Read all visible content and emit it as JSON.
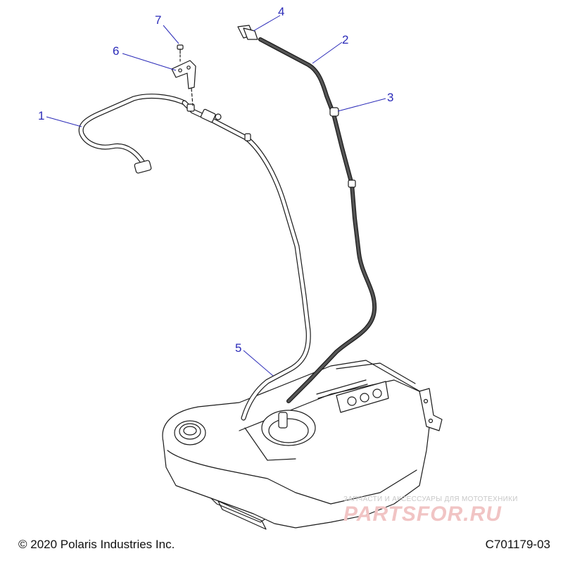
{
  "callouts": [
    {
      "id": "1",
      "label": "1"
    },
    {
      "id": "2",
      "label": "2"
    },
    {
      "id": "3",
      "label": "3"
    },
    {
      "id": "4",
      "label": "4"
    },
    {
      "id": "5",
      "label": "5"
    },
    {
      "id": "6",
      "label": "6"
    },
    {
      "id": "7",
      "label": "7"
    }
  ],
  "footer": {
    "copyright": "© 2020 Polaris Industries Inc.",
    "drawing_code": "C701179-03"
  },
  "watermark": {
    "tagline": "ЗАПЧАСТИ И АКСЕССУАРЫ ДЛЯ МОТОТЕХНИКИ",
    "brand": "PARTSFOR.RU"
  },
  "colors": {
    "callout": "#2a2ab8",
    "line_art": "#1a1a1a",
    "watermark_brand": "#f1c4c4"
  }
}
